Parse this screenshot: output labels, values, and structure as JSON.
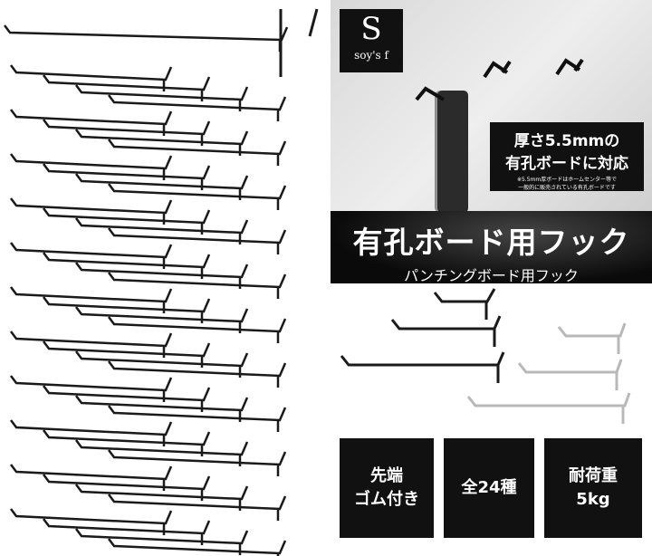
{
  "brand": {
    "monogram": "S",
    "name": "soy's f"
  },
  "thickness_badge": {
    "line1": "厚さ5.5mmの",
    "line2": "有孔ボードに対応",
    "note1": "※5.5mm厚ボードはホームセンター等で",
    "note2": "一般的に販売されている有孔ボードです"
  },
  "title": {
    "main": "有孔ボード用フック",
    "sub": "パンチングボード用フック"
  },
  "features": [
    {
      "line1": "先端",
      "line2": "ゴム付き"
    },
    {
      "line1": "全24種",
      "line2": ""
    },
    {
      "line1": "耐荷重",
      "line2": "5kg"
    }
  ],
  "colors": {
    "hook": "#1a1a1a",
    "panel_dark": "#111111",
    "silver": "#b8b8b8"
  }
}
